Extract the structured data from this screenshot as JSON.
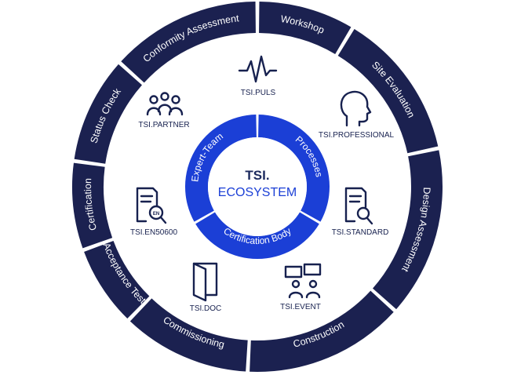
{
  "colors": {
    "outer_ring": "#1b2150",
    "inner_ring": "#1b3fd6",
    "icon": "#17214f",
    "background": "#ffffff"
  },
  "outer_ring": {
    "segments": [
      {
        "label": "Workshop"
      },
      {
        "label": "Site Evaluation"
      },
      {
        "label": "Design Assessment"
      },
      {
        "label": "Construction"
      },
      {
        "label": "Commissioning"
      },
      {
        "label": "Acceptance Test"
      },
      {
        "label": "Certification"
      },
      {
        "label": "Status Check"
      },
      {
        "label": "Conformity Assessment"
      }
    ]
  },
  "inner_ring": {
    "segments": [
      {
        "label": "Processes"
      },
      {
        "label": "Certification Body"
      },
      {
        "label": "Expert-Team"
      }
    ]
  },
  "center": {
    "title": "TSI.",
    "subtitle": "ECOSYSTEM"
  },
  "services": [
    {
      "id": "puls",
      "label": "TSI.PULS",
      "icon": "pulse-icon"
    },
    {
      "id": "professional",
      "label": "TSI.PROFESSIONAL",
      "icon": "head-profile-icon"
    },
    {
      "id": "standard",
      "label": "TSI.STANDARD",
      "icon": "document-search-icon"
    },
    {
      "id": "event",
      "label": "TSI.EVENT",
      "icon": "presentation-people-icon"
    },
    {
      "id": "doc",
      "label": "TSI.DOC",
      "icon": "door-document-icon"
    },
    {
      "id": "en50600",
      "label": "TSI.EN50600",
      "icon": "document-search-en-icon"
    },
    {
      "id": "partner",
      "label": "TSI.PARTNER",
      "icon": "group-people-icon"
    }
  ]
}
